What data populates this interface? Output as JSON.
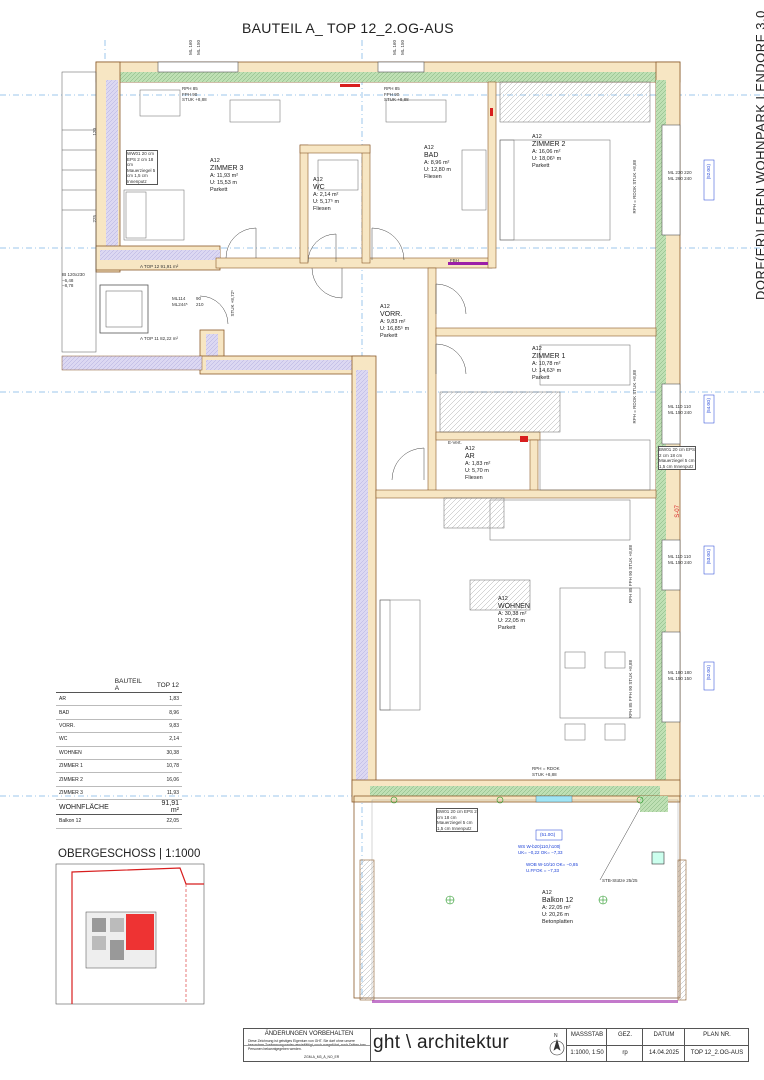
{
  "header": {
    "title": "BAUTEIL A_ TOP 12_2.OG-AUS",
    "vertical_title": "DORF(ER)LEBEN WOHNPARK LENDORF 3.0"
  },
  "rooms": {
    "zimmer3": {
      "code": "A12",
      "name": "ZIMMER 3",
      "area": "A: 11,93 m²",
      "perimeter": "U: 15,53 m",
      "floor": "Parkett"
    },
    "wc": {
      "code": "A12",
      "name": "WC",
      "area": "A: 2,14 m²",
      "perimeter": "U: 5,17⁵ m",
      "floor": "Fliesen"
    },
    "bad": {
      "code": "A12",
      "name": "BAD",
      "area": "A: 8,96 m²",
      "perimeter": "U: 12,80 m",
      "floor": "Fliesen"
    },
    "zimmer2": {
      "code": "A12",
      "name": "ZIMMER 2",
      "area": "A: 16,06 m²",
      "perimeter": "U: 18,06⁵ m",
      "floor": "Parkett"
    },
    "vorr": {
      "code": "A12",
      "name": "VORR.",
      "area": "A: 9,83 m²",
      "perimeter": "U: 16,85⁵ m",
      "floor": "Parkett"
    },
    "zimmer1": {
      "code": "A12",
      "name": "ZIMMER 1",
      "area": "A: 10,78 m²",
      "perimeter": "U: 14,63⁵ m",
      "floor": "Parkett"
    },
    "ar": {
      "code": "A12",
      "name": "AR",
      "area": "A: 1,83 m²",
      "perimeter": "U: 5,70 m",
      "floor": "Fliesen"
    },
    "wohnen": {
      "code": "A12",
      "name": "WOHNEN",
      "area": "A: 30,38 m²",
      "perimeter": "U: 22,05 m",
      "floor": "Parkett"
    },
    "balkon": {
      "code": "A12",
      "name": "Balkon 12",
      "area": "A: 22,05 m²",
      "perimeter": "U: 20,26 m",
      "floor": "Betonplatten"
    }
  },
  "annotations": {
    "rph1": "RPH 85",
    "fph1": "FPH 90",
    "stuk1": "STUK +8,88",
    "rph2": "RPH 85",
    "fph2": "FPH 90",
    "stuk2": "STUK +8,88",
    "ml_top1": "ML 160",
    "ml_top2": "ML 150",
    "ml_top3": "ML 160",
    "ml_top4": "ML 150",
    "ml114": "ML114",
    "ml244": "ML244⁵",
    "d90": "90",
    "d210": "210",
    "stuk_vorr": "STUK +8,72⁵",
    "ib": "IB 120x230",
    "ib2": "−6,48",
    "ib3": "−8,78",
    "ml230": "ML 230",
    "ml260": "ML 260",
    "v220": "220",
    "v240": "240",
    "ml110a": "ML 110",
    "ml150a": "ML 150",
    "v110a": "110",
    "v240b": "240",
    "ml110b": "ML 110",
    "ml150b": "ML 150",
    "v110b": "110",
    "v240c": "240",
    "ml180": "ML 180",
    "ml150c": "ML 150",
    "v180": "180",
    "v150": "150",
    "rphrdok1": "RPH = RDOK",
    "stuk3": "STUK +8,88",
    "rphrdok2": "RPH = RDOK",
    "stuk4": "STUK +8,88",
    "rph3": "RPH 85",
    "fph3": "FPH 90",
    "stuk5": "STUK +8,88",
    "rph4": "RPH 85",
    "fph4": "FPH 90",
    "stuk6": "STUK +8,88",
    "rphrdok3": "RPH = RDOK",
    "stuk7": "STUK +8,88",
    "fbh": "FBH",
    "evert": "E-Vert.",
    "tag1": "(52.0G)",
    "tag2": "(54.0G)",
    "tag3": "(53.0G)",
    "tag4": "(52.0G)",
    "tag5": "(51.0G)",
    "s07": "S-07",
    "ws": "WS W-b20|110,h100|",
    "uk": "UK= −0,22 OK= −7,33",
    "wob": "WOB W-10/10 OK= −0,85",
    "uffok": "U.FFOK = −7,33",
    "stb": "STB-Stütze 25/25",
    "wall1": "WW01 20 cm EPS 2 cm 18 cm Mauerziegel 5 cm 1,5 cm Innenputz",
    "wall2": "BW01 20 cm EPS 2 cm 18 cm Mauerziegel 5 cm 1,5 cm Innenputz",
    "wall3": "BW01 20 cm EPS 2 cm 18 cm Mauerziegel 5 cm 1,5 cm Innenputz",
    "top12a": "A TOP 12 91,91 m²",
    "top12b": "A TOP 11 82,22 m²",
    "d225": "225",
    "d120": "120"
  },
  "area_table": {
    "header_left": "BAUTEIL A",
    "header_right": "TOP 12",
    "rows": [
      {
        "label": "AR",
        "value": "1,83"
      },
      {
        "label": "BAD",
        "value": "8,96"
      },
      {
        "label": "VORR.",
        "value": "9,83"
      },
      {
        "label": "WC",
        "value": "2,14"
      },
      {
        "label": "WOHNEN",
        "value": "30,38"
      },
      {
        "label": "ZIMMER 1",
        "value": "10,78"
      },
      {
        "label": "ZIMMER 2",
        "value": "16,06"
      },
      {
        "label": "ZIMMER 3",
        "value": "11,93"
      }
    ],
    "total_label": "WOHNFLÄCHE",
    "total_value": "91,91 m²",
    "extra_label": "Balkon 12",
    "extra_value": "22,05"
  },
  "overview": {
    "label": "OBERGESCHOSS",
    "scale": "1:1000"
  },
  "titleblock": {
    "changes_title": "ÄNDERUNGEN VORBEHALTEN",
    "changes_text": "Diese Zeichnung ist geistiges Eigentum von GHT. Sie darf ohne unsere besondere Zustimmung weder vervielfältigt, noch ausgeführt, noch Dritten bzw. Personen bekanntgegeben werden.",
    "file": "ZGM-A_M3_Ä_NO_ER",
    "logo": "ght \\ architektur",
    "massstab_label": "MASSSTAB",
    "massstab_value": "1:1000, 1:50",
    "gez_label": "GEZ.",
    "gez_value": "rp",
    "datum_label": "DATUM",
    "datum_value": "14.04.2025",
    "plan_label": "PLAN NR.",
    "plan_value": "TOP 12_2.OG-AUS",
    "north": "N"
  },
  "colors": {
    "wall_fill": "#f7e6c3",
    "wall_stroke": "#8a5a2a",
    "insulation": "#b9dcb0",
    "brick": "#d5d0ee",
    "accent_red": "#d81e1e",
    "dim_blue": "#1a3fd6",
    "gridline": "#3a8fd8"
  }
}
